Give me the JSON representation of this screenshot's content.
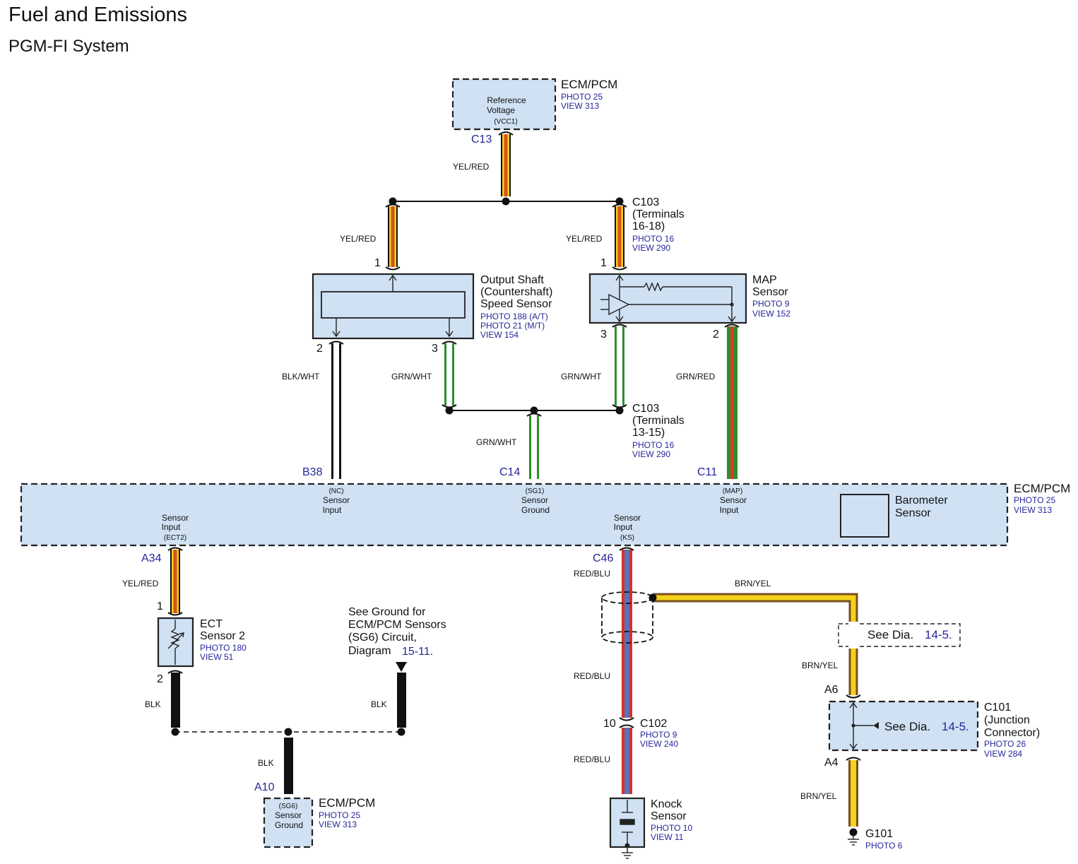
{
  "header": {
    "title": "Fuel and Emissions",
    "subtitle": "PGM-FI System"
  },
  "ecm_top": {
    "title": "ECM/PCM",
    "photo": "PHOTO 25",
    "view": "VIEW 313",
    "line1": "Reference",
    "line2": "Voltage",
    "line3": "(VCC1)",
    "connector": "C13"
  },
  "wires": {
    "yel_red": "YEL/RED",
    "blk_wht": "BLK/WHT",
    "grn_wht": "GRN/WHT",
    "grn_red": "GRN/RED",
    "red_blu": "RED/BLU",
    "brn_yel": "BRN/YEL",
    "blk": "BLK"
  },
  "c103_upper": {
    "name": "C103",
    "line1": "(Terminals",
    "line2": "16-18)",
    "photo": "PHOTO 16",
    "view": "VIEW 290"
  },
  "c103_lower": {
    "name": "C103",
    "line1": "(Terminals",
    "line2": "13-15)",
    "photo": "PHOTO 16",
    "view": "VIEW 290"
  },
  "oss": {
    "line1": "Output Shaft",
    "line2": "(Countershaft)",
    "line3": "Speed Sensor",
    "photo1": "PHOTO 188 (A/T)",
    "photo2": "PHOTO 21 (M/T)",
    "view": "VIEW 154",
    "pin1": "1",
    "pin2": "2",
    "pin3": "3"
  },
  "map": {
    "line1": "MAP",
    "line2": "Sensor",
    "photo": "PHOTO 9",
    "view": "VIEW 152",
    "pin1": "1",
    "pin2": "2",
    "pin3": "3"
  },
  "ecm_main": {
    "title": "ECM/PCM",
    "photo": "PHOTO 25",
    "view": "VIEW 313",
    "b38": "B38",
    "c14": "C14",
    "c11": "C11",
    "a34": "A34",
    "c46": "C46",
    "nc1": "(NC)",
    "nc2": "Sensor",
    "nc3": "Input",
    "sg1a": "(SG1)",
    "sg1b": "Sensor",
    "sg1c": "Ground",
    "mapa": "(MAP)",
    "mapb": "Sensor",
    "mapc": "Input",
    "ecta": "Sensor",
    "ectb": "Input",
    "ectc": "(ECT2)",
    "ksa": "Sensor",
    "ksb": "Input",
    "ksc": "(KS)",
    "baro1": "Barometer",
    "baro2": "Sensor"
  },
  "ect": {
    "line1": "ECT",
    "line2": "Sensor 2",
    "photo": "PHOTO 180",
    "view": "VIEW 51",
    "pin1": "1",
    "pin2": "2"
  },
  "ground_note": {
    "line1": "See Ground for",
    "line2": "ECM/PCM Sensors",
    "line3": "(SG6) Circuit,",
    "line4": "Diagram",
    "ref": "15-11."
  },
  "ecm_bottom": {
    "title": "ECM/PCM",
    "photo": "PHOTO 25",
    "view": "VIEW 313",
    "connector": "A10",
    "line1": "(SG6)",
    "line2": "Sensor",
    "line3": "Ground"
  },
  "c102": {
    "name": "C102",
    "pin": "10",
    "photo": "PHOTO 9",
    "view": "VIEW 240"
  },
  "knock": {
    "line1": "Knock",
    "line2": "Sensor",
    "photo": "PHOTO 10",
    "view": "VIEW 11"
  },
  "see_dia": {
    "text": "See Dia.",
    "ref": "14-5."
  },
  "c101": {
    "name": "C101",
    "line1": "(Junction",
    "line2": "Connector)",
    "photo": "PHOTO 26",
    "view": "VIEW 284",
    "pin_top": "A6",
    "pin_bottom": "A4",
    "see": "See Dia.",
    "ref": "14-5."
  },
  "g101": {
    "name": "G101",
    "photo": "PHOTO 6"
  },
  "colors": {
    "box_fill": "#cfe1f3",
    "label_blue": "#26269a",
    "yel_red_core": "#d8521a",
    "green_core": "#3fae3f",
    "red_blu_core": "#5a72b8",
    "brn_yel_core": "#f3d21c"
  }
}
